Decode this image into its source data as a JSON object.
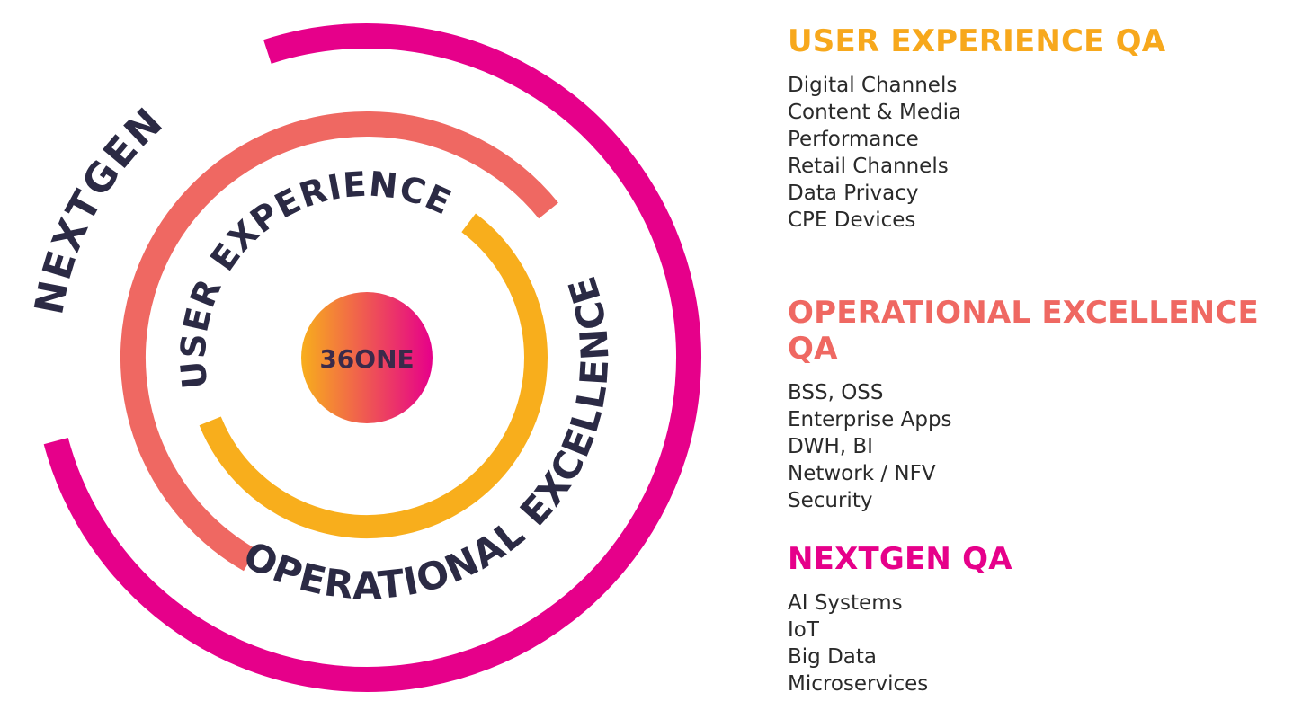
{
  "diagram": {
    "center_label": "36ONE",
    "ring_labels": {
      "outer": "NEXTGEN",
      "middle": "OPERATIONAL EXCELLENCE",
      "inner": "USER EXPERIENCE"
    },
    "colors": {
      "outer": "#e6008a",
      "middle": "#ef6862",
      "inner": "#f8ae1c",
      "center_gradient": [
        "#f8ae1c",
        "#e6008a"
      ],
      "text": "#2b2a44"
    }
  },
  "sections": [
    {
      "title": "USER EXPERIENCE QA",
      "color": "#f7a81c",
      "items": [
        "Digital Channels",
        "Content & Media",
        "Performance",
        "Retail Channels",
        "Data Privacy",
        "CPE Devices"
      ]
    },
    {
      "title": "OPERATIONAL EXCELLENCE QA",
      "color": "#ef6862",
      "items": [
        "BSS, OSS",
        "Enterprise Apps",
        "DWH, BI",
        "Network / NFV",
        "Security"
      ]
    },
    {
      "title": "NEXTGEN QA",
      "color": "#e6008a",
      "items": [
        "AI Systems",
        "IoT",
        "Big Data",
        "Microservices"
      ]
    }
  ]
}
